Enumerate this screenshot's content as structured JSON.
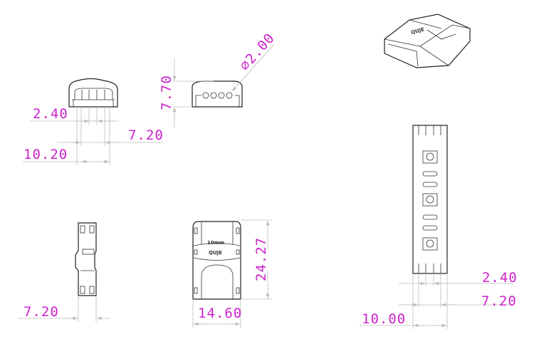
{
  "drawing": {
    "dimension_color": "#cc22cc",
    "front_view": {
      "pitch": "2.40",
      "inner_width": "7.20",
      "outer_width": "10.20"
    },
    "end_view": {
      "height": "7.70",
      "hole_diameter": "⌀2.00"
    },
    "side_view": {
      "width": "7.20"
    },
    "top_view": {
      "width": "14.60",
      "length": "24.27",
      "label_size": "10mm",
      "label_brand": "QUJE"
    },
    "led_strip": {
      "pitch": "2.40",
      "inner_width": "7.20",
      "strip_width": "10.00"
    },
    "isometric_view": {
      "label_brand": "QUJE"
    }
  }
}
